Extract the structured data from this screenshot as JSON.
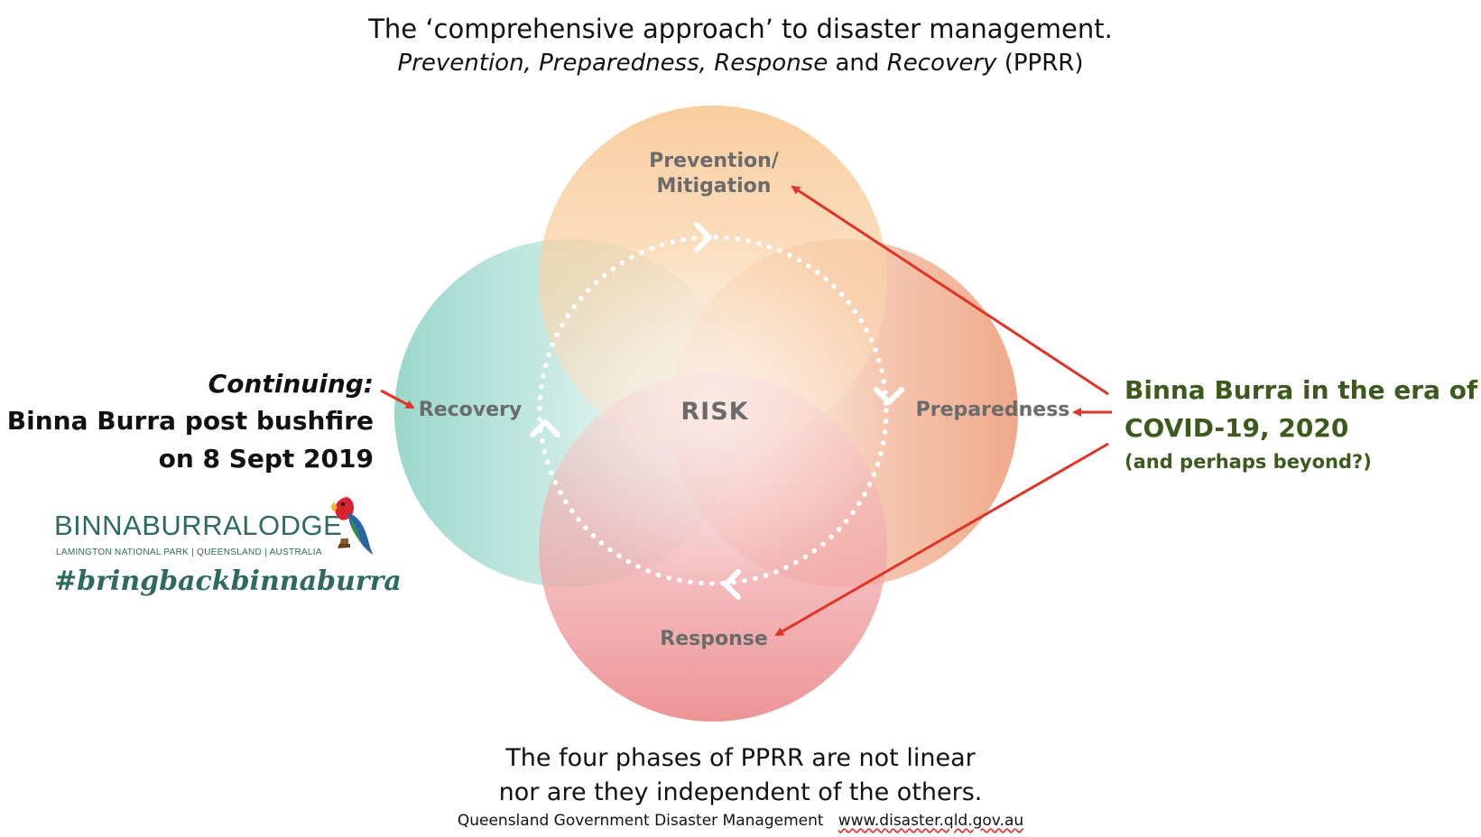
{
  "header": {
    "title": "The ‘comprehensive approach’ to disaster management.",
    "subtitle": {
      "prevention": "Prevention,",
      "preparedness": "Preparedness,",
      "response": "Response",
      "and": "and",
      "recovery": "Recovery",
      "acronym": "(PPRR)"
    }
  },
  "diagram": {
    "center": "RISK",
    "phases": {
      "prevention_line1": "Prevention/",
      "prevention_line2": "Mitigation",
      "preparedness": "Preparedness",
      "response": "Response",
      "recovery": "Recovery"
    },
    "colors": {
      "prevention": "#f7c690",
      "preparedness": "#f1a884",
      "response": "#ee8f90",
      "recovery": "#8fd3c6",
      "arrow": "#e03426"
    }
  },
  "left_note": {
    "heading": "Continuing:",
    "line1": "Binna Burra post bushfire",
    "line2": "on 8 Sept 2019"
  },
  "right_note": {
    "line1": "Binna Burra in the era of",
    "line2": "COVID-19, 2020",
    "line3": "(and perhaps beyond?)"
  },
  "logo": {
    "name": "BINNABURRALODGE",
    "tagline": "LAMINGTON NATIONAL PARK | QUEENSLAND | AUSTRALIA",
    "hashtag": "#bringbackbinnaburra",
    "icon": "parrot-icon"
  },
  "footer": {
    "line1": "The four phases of PPRR are not linear",
    "line2": "nor are they independent of the others."
  },
  "source": {
    "org": "Queensland Government Disaster Management",
    "url": "www.disaster.qld.gov.au"
  }
}
